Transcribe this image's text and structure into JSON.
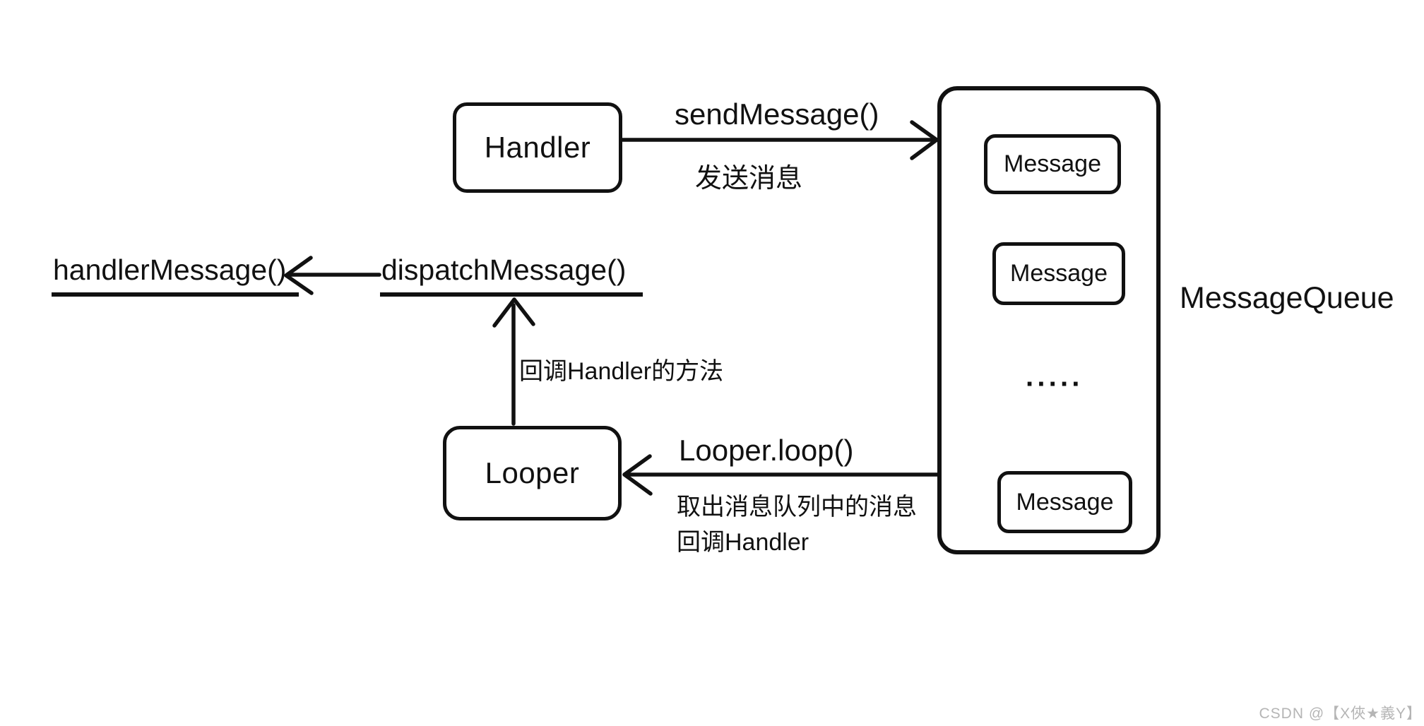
{
  "nodes": {
    "handler": "Handler",
    "looper": "Looper",
    "queue_title": "MessageQueue",
    "messages": [
      "Message",
      "Message",
      "Message"
    ],
    "ellipsis": "·····"
  },
  "annotations": {
    "send_message": "sendMessage()",
    "send_message_zh": "发送消息",
    "handler_message": "handlerMessage()",
    "dispatch_message": "dispatchMessage()",
    "callback_method_zh": "回调Handler的方法",
    "looper_loop": "Looper.loop()",
    "dequeue_zh": "取出消息队列中的消息",
    "callback_handler_zh": "回调Handler"
  },
  "watermark": "CSDN @【X俠★義Y】",
  "colors": {
    "stroke": "#111111",
    "ink": "#111111",
    "watermark": "#b5b5b5",
    "background": "#ffffff"
  }
}
